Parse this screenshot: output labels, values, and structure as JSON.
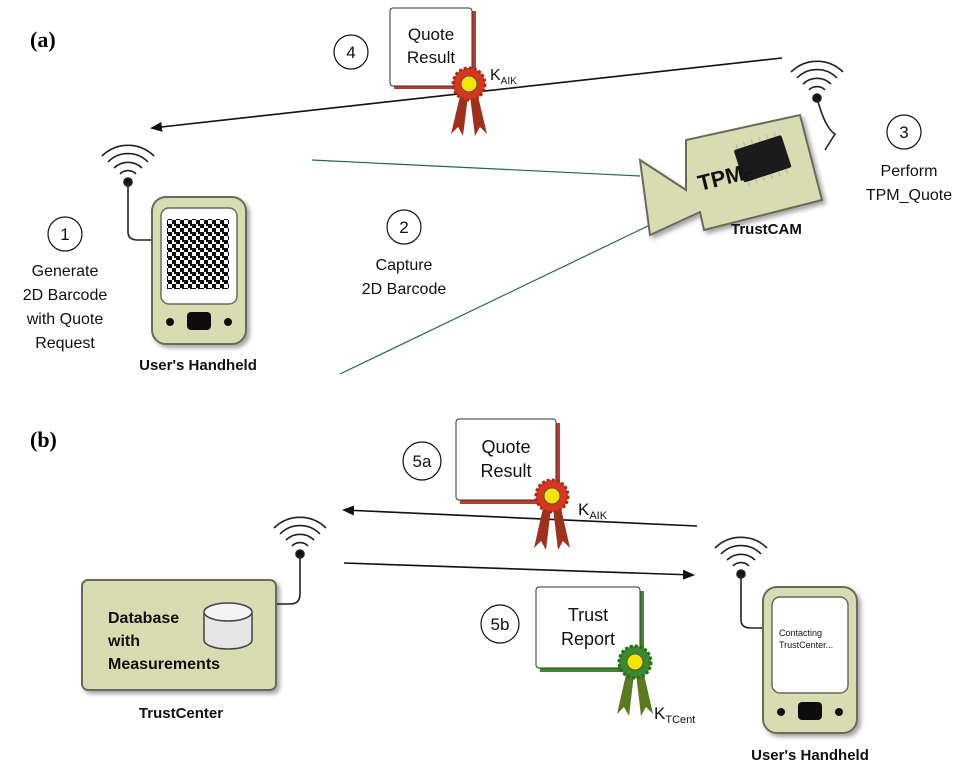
{
  "panel_a": {
    "label": "(a)",
    "step1": {
      "num": "1",
      "lines": [
        "Generate",
        "2D Barcode",
        "with Quote",
        "Request"
      ]
    },
    "step2": {
      "num": "2",
      "lines": [
        "Capture",
        "2D Barcode"
      ]
    },
    "step3": {
      "num": "3",
      "lines": [
        "Perform",
        "TPM_Quote"
      ]
    },
    "step4": {
      "num": "4"
    },
    "quote_card": {
      "line1": "Quote",
      "line2": "Result",
      "key_main": "K",
      "key_sub": "AIK"
    },
    "handheld_label": "User's Handheld",
    "camera": {
      "tpm_main": "TPM",
      "tpm_sub": "C",
      "label": "TrustCAM"
    }
  },
  "panel_b": {
    "label": "(b)",
    "step5a": {
      "num": "5a"
    },
    "step5b": {
      "num": "5b"
    },
    "quote_card": {
      "line1": "Quote",
      "line2": "Result",
      "key_main": "K",
      "key_sub": "AIK"
    },
    "trust_card": {
      "line1": "Trust",
      "line2": "Report",
      "key_main": "K",
      "key_sub": "TCent"
    },
    "trustcenter": {
      "lines": [
        "Database",
        "with",
        "Measurements"
      ],
      "label": "TrustCenter"
    },
    "handheld": {
      "screen_lines": [
        "Contacting",
        "TrustCenter..."
      ],
      "label": "User's Handheld"
    }
  },
  "colors": {
    "device_fill": "#d9dcb2",
    "device_stroke": "#6b6b5a",
    "red_border": "#c0392b",
    "green_border": "#3a8a2a",
    "seal_red": "#d9361f",
    "seal_green": "#3b8a2c",
    "seal_center": "#f2e600",
    "sight_line": "#1f6b3a"
  }
}
